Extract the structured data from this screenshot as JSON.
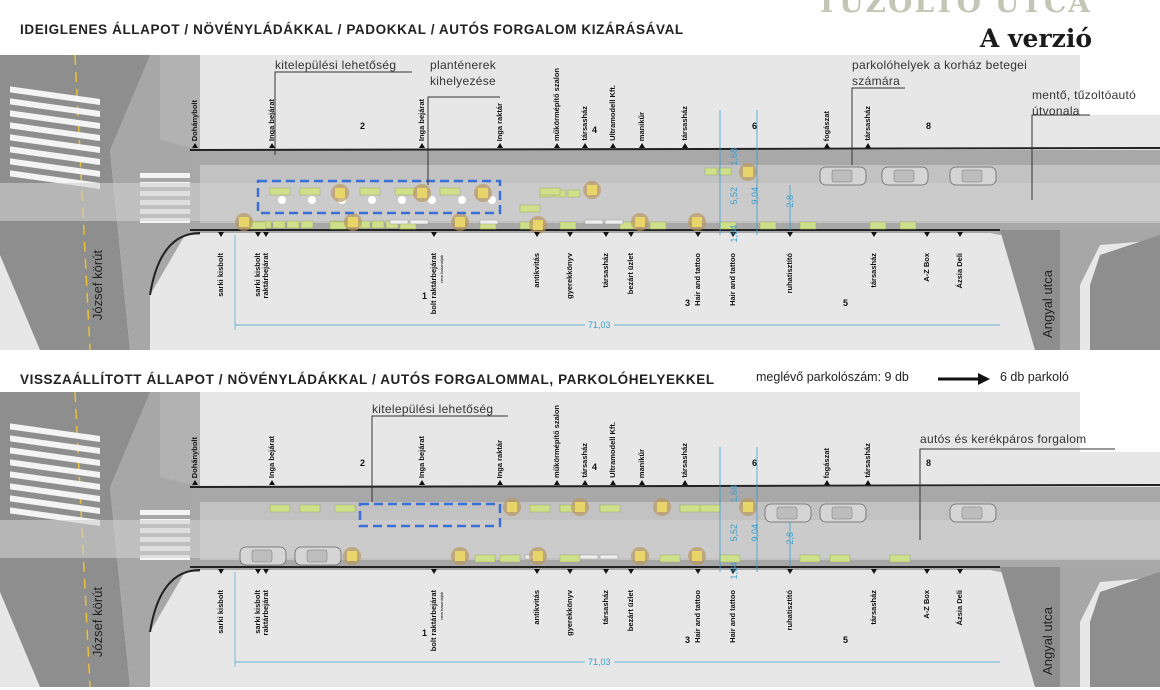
{
  "header": {
    "brand": "TŰZOLTÓ UTCA",
    "version": "A verzió"
  },
  "panels": [
    {
      "title": "IDEIGLENES ÁLLAPOT / NÖVÉNYLÁDÁKKAL / PADOKKAL / AUTÓS FORGALOM KIZÁRÁSÁVAL",
      "annotations": [
        "kitelepülési lehetőség",
        "planténerek",
        "kihelyezése",
        "parkolóhelyek a korház betegei",
        "számára",
        "mentő, tűzoltóautó",
        "útvonala"
      ]
    },
    {
      "title": "VISSZAÁLLÍTOTT ÁLLAPOT / NÖVÉNYLÁDÁKKAL /  AUTÓS FORGALOMMAL, PARKOLÓHELYEKKEL",
      "annotations": [
        "kitelepülési lehetőség",
        "autós és kerékpáros forgalom"
      ]
    }
  ],
  "parking": {
    "before": "meglévő parkolószám: 9 db",
    "after": "6 db parkoló"
  },
  "shops": {
    "top": [
      "Dohánybolt",
      "Inga bejárat",
      "Inga bejárat",
      "Inga raktár",
      "műkörmépítő szalon",
      "társasház",
      "Ultramodell Kft.",
      "manikűr",
      "társasház",
      "fogászat",
      "társasház"
    ],
    "bottom": [
      "sarki kisbolt",
      "sarki kisbolt",
      "raktárbejárat",
      "bolt raktárbejárat",
      "antikvitás",
      "gyerekkönyv",
      "társasház",
      "bezárt üzlet",
      "Hair and tattoo",
      "Hair and tattoo",
      "ruhatisztító",
      "társasház",
      "A-Z Box",
      "Ázsia Deli"
    ],
    "bottom_note": "nem használják",
    "blocks_top": [
      "2",
      "4",
      "6",
      "8"
    ],
    "blocks_bottom": [
      "1",
      "3",
      "5"
    ]
  },
  "streets": {
    "left": "József körút",
    "right": "Angyal utca"
  },
  "dimensions": {
    "d1": "1,68",
    "d2": "5,52",
    "d3": "9,04",
    "d4": "2,8",
    "d5": "1,84",
    "total": "71,03"
  },
  "colors": {
    "dim": "#3a9fd0",
    "planter": "#cfe08a",
    "tree": "#b8935a",
    "dashed": "#3b6fd8"
  }
}
